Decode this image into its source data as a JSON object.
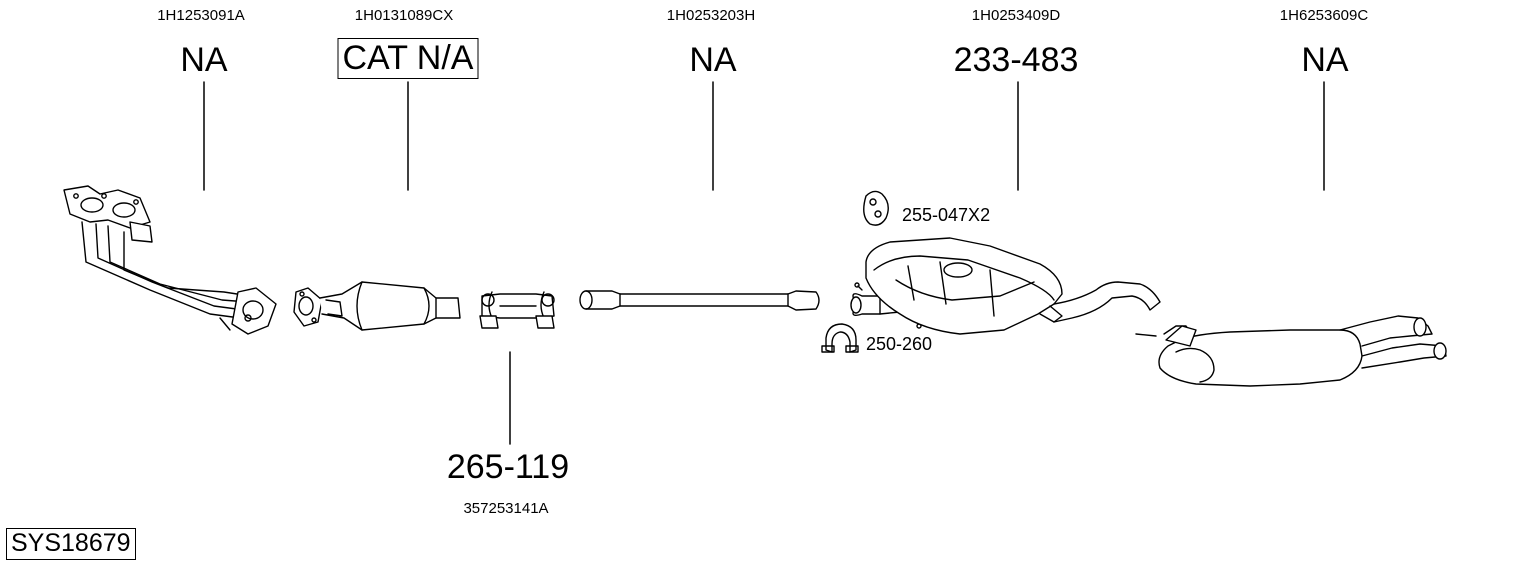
{
  "system_id": "SYS18679",
  "parts": [
    {
      "oem": "1H1253091A",
      "label": "NA",
      "part_name": "exhaust-manifold"
    },
    {
      "oem": "1H0131089CX",
      "label": "CAT N/A",
      "part_name": "catalytic-converter"
    },
    {
      "oem": "1H0253203H",
      "label": "NA",
      "part_name": "front-pipe"
    },
    {
      "oem": "1H0253409D",
      "label": "233-483",
      "part_name": "middle-silencer"
    },
    {
      "oem": "1H6253609C",
      "label": "NA",
      "part_name": "rear-silencer"
    }
  ],
  "clamp": {
    "label": "265-119",
    "oem": "357253141A"
  },
  "hardware": [
    {
      "label": "255-047X2",
      "icon": "rubber-hanger-icon"
    },
    {
      "label": "250-260",
      "icon": "pipe-clamp-icon"
    }
  ]
}
